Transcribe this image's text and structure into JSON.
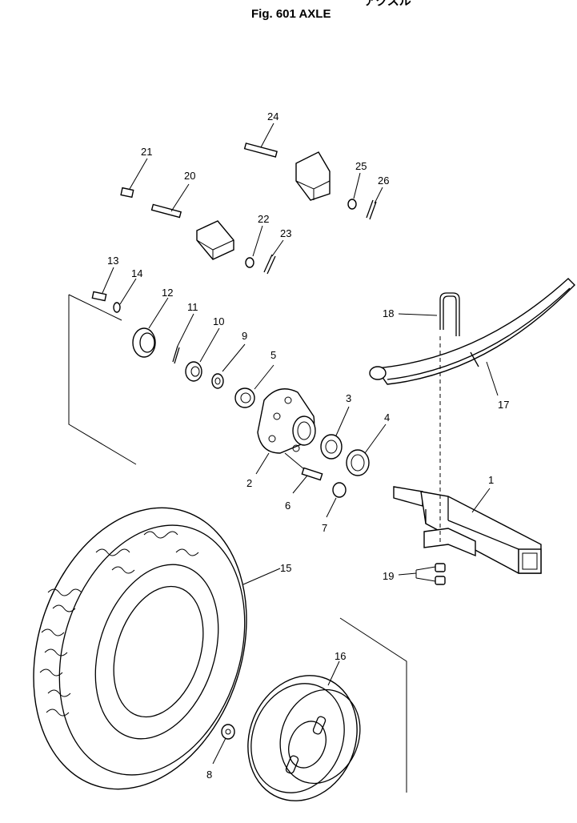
{
  "figure": {
    "header_jp": "アクスル",
    "title": "Fig. 601    AXLE"
  },
  "callouts": {
    "n1": "1",
    "n2": "2",
    "n3": "3",
    "n4": "4",
    "n5": "5",
    "n6": "6",
    "n7": "7",
    "n8": "8",
    "n9": "9",
    "n10": "10",
    "n11": "11",
    "n12": "12",
    "n13": "13",
    "n14": "14",
    "n15": "15",
    "n16": "16",
    "n17": "17",
    "n18": "18",
    "n19": "19",
    "n20": "20",
    "n21": "21",
    "n22": "22",
    "n23": "23",
    "n24": "24",
    "n25": "25",
    "n26": "26"
  }
}
